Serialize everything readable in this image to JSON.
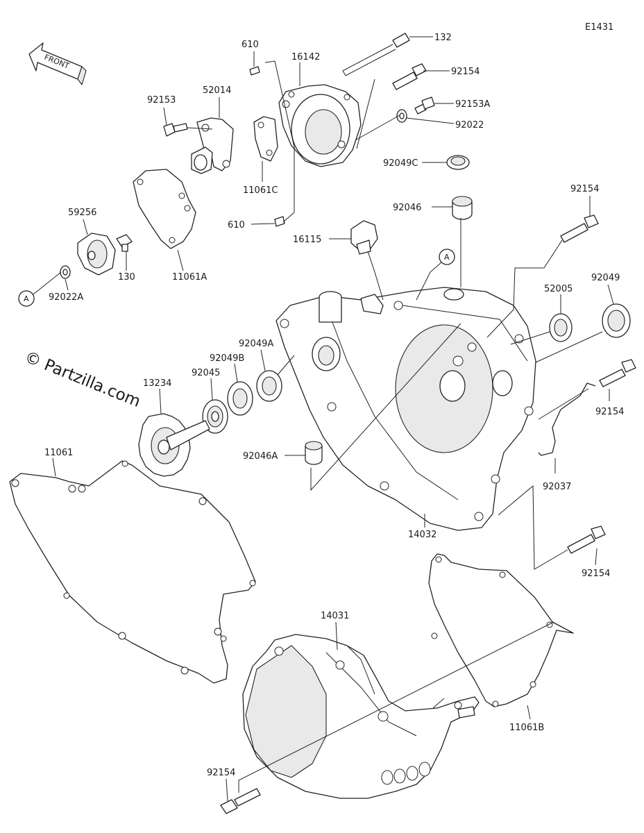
{
  "diagram_code": "E1431",
  "watermark": "© Partzilla.com",
  "front_arrow_label": "FRONT",
  "ref_marker": "A",
  "labels": {
    "p132": "132",
    "p92154_top": "92154",
    "p92153a": "92153A",
    "p92022": "92022",
    "p610_top": "610",
    "p16142": "16142",
    "p92153": "92153",
    "p52014": "52014",
    "p11061c": "11061C",
    "p610_bot": "610",
    "p92049c": "92049C",
    "p92046": "92046",
    "p92154_right1": "92154",
    "p16115": "16115",
    "p59256": "59256",
    "p130": "130",
    "p11061a": "11061A",
    "p92022a": "92022A",
    "p52005": "52005",
    "p92049": "92049",
    "p92049a": "92049A",
    "p92049b": "92049B",
    "p92045": "92045",
    "p13234": "13234",
    "p92154_right2": "92154",
    "p92046a": "92046A",
    "p11061": "11061",
    "p92037": "92037",
    "p14032": "14032",
    "p92154_right3": "92154",
    "p14031": "14031",
    "p11061b": "11061B",
    "p92154_bottom": "92154"
  }
}
